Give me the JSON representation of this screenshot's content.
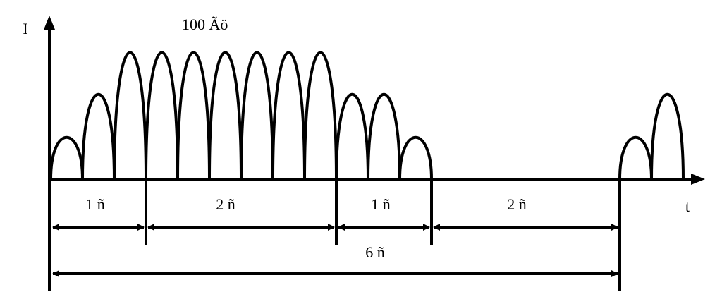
{
  "axes": {
    "y_label": "I",
    "x_label": "t"
  },
  "frequency_label": "100 Ãö",
  "pulse_train": {
    "phases": [
      {
        "label": "1 ñ",
        "peaks": [
          0.33,
          0.67,
          1.0
        ]
      },
      {
        "label": "2 ñ",
        "peaks": [
          1.0,
          1.0,
          1.0,
          1.0,
          1.0,
          1.0
        ]
      },
      {
        "label": "1 ñ",
        "peaks": [
          0.67,
          0.67,
          0.33
        ]
      },
      {
        "label": "2 ñ",
        "peaks": []
      }
    ],
    "repeat_peaks": [
      0.33,
      0.67
    ]
  },
  "total_period_label": "6 ñ",
  "colors": {
    "stroke": "#000000",
    "background": "#ffffff"
  }
}
